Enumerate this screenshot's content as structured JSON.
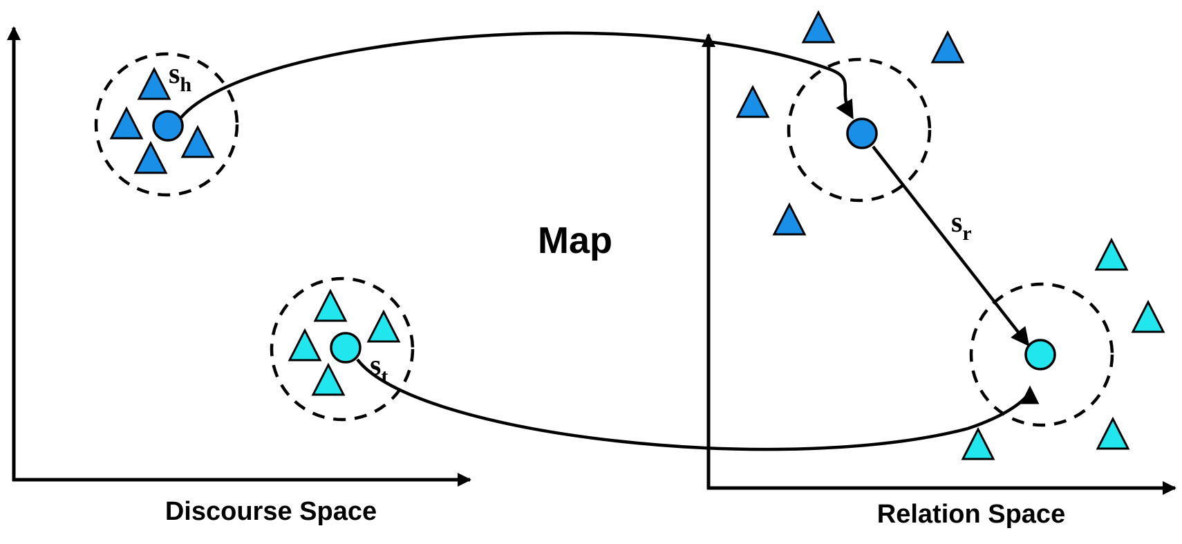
{
  "labels": {
    "map": "Map",
    "discourse_space": "Discourse Space",
    "relation_space": "Relation Space"
  },
  "symbols": {
    "head": {
      "base": "s",
      "sub": "h"
    },
    "tail": {
      "base": "s",
      "sub": "t"
    },
    "relation": {
      "base": "s",
      "sub": "r"
    }
  },
  "colors": {
    "head_fill": "#1a8fe8",
    "tail_fill": "#22e6ee",
    "stroke": "#000000"
  }
}
